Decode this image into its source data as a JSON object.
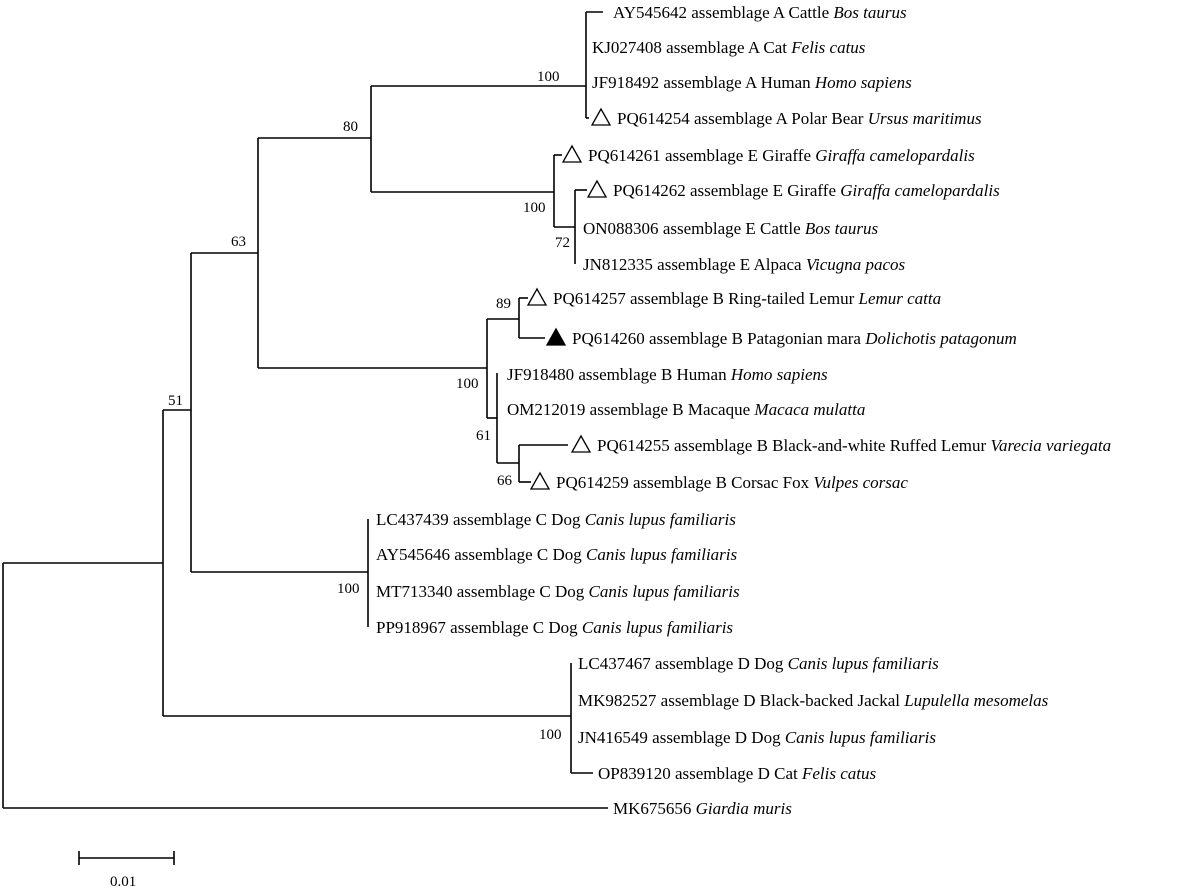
{
  "tree": {
    "leaves": [
      {
        "accession": "AY545642",
        "desc": "assemblage A Cattle",
        "species": "Bos taurus",
        "marker": ""
      },
      {
        "accession": "KJ027408",
        "desc": "assemblage A Cat",
        "species": "Felis catus",
        "marker": ""
      },
      {
        "accession": "JF918492",
        "desc": "assemblage A Human",
        "species": "Homo sapiens",
        "marker": ""
      },
      {
        "accession": "PQ614254",
        "desc": "assemblage A Polar Bear",
        "species": "Ursus maritimus",
        "marker": "open-triangle"
      },
      {
        "accession": "PQ614261",
        "desc": "assemblage E Giraffe",
        "species": "Giraffa camelopardalis",
        "marker": "open-triangle"
      },
      {
        "accession": "PQ614262",
        "desc": "assemblage E Giraffe",
        "species": "Giraffa camelopardalis",
        "marker": "open-triangle"
      },
      {
        "accession": "ON088306",
        "desc": "assemblage E Cattle",
        "species": "Bos taurus",
        "marker": ""
      },
      {
        "accession": "JN812335",
        "desc": "assemblage E Alpaca",
        "species": "Vicugna pacos",
        "marker": ""
      },
      {
        "accession": "PQ614257",
        "desc": "assemblage B Ring-tailed Lemur",
        "species": "Lemur catta",
        "marker": "open-triangle"
      },
      {
        "accession": "PQ614260",
        "desc": "assemblage B Patagonian mara",
        "species": "Dolichotis patagonum",
        "marker": "filled-triangle"
      },
      {
        "accession": "JF918480",
        "desc": "assemblage B Human",
        "species": "Homo sapiens",
        "marker": ""
      },
      {
        "accession": "OM212019",
        "desc": "assemblage B Macaque",
        "species": "Macaca mulatta",
        "marker": ""
      },
      {
        "accession": "PQ614255",
        "desc": " assemblage B Black-and-white Ruffed Lemur",
        "species": "Varecia variegata",
        "marker": "open-triangle"
      },
      {
        "accession": "PQ614259",
        "desc": "assemblage B Corsac Fox",
        "species": "Vulpes corsac",
        "marker": "open-triangle"
      },
      {
        "accession": "LC437439",
        "desc": "assemblage C Dog",
        "species": "Canis lupus familiaris",
        "marker": ""
      },
      {
        "accession": "AY545646",
        "desc": "assemblage C Dog",
        "species": "Canis lupus familiaris",
        "marker": ""
      },
      {
        "accession": "MT713340",
        "desc": "assemblage C Dog",
        "species": "Canis lupus familiaris",
        "marker": ""
      },
      {
        "accession": "PP918967",
        "desc": "assemblage C Dog",
        "species": "Canis lupus familiaris",
        "marker": ""
      },
      {
        "accession": "LC437467",
        "desc": "assemblage D Dog",
        "species": "Canis lupus familiaris",
        "marker": ""
      },
      {
        "accession": "MK982527",
        "desc": "assemblage D Black-backed Jackal",
        "species": "Lupulella mesomelas",
        "marker": ""
      },
      {
        "accession": "JN416549",
        "desc": "assemblage D Dog",
        "species": "Canis lupus familiaris",
        "marker": ""
      },
      {
        "accession": "OP839120",
        "desc": "assemblage D Cat",
        "species": "Felis catus",
        "marker": ""
      },
      {
        "accession": "MK675656",
        "desc": "",
        "species": "Giardia muris",
        "marker": ""
      }
    ],
    "bootstrap": [
      "100",
      "80",
      "100",
      "72",
      "63",
      "89",
      "100",
      "61",
      "66",
      "51",
      "100",
      "100"
    ],
    "scale_bar": "0.01"
  }
}
